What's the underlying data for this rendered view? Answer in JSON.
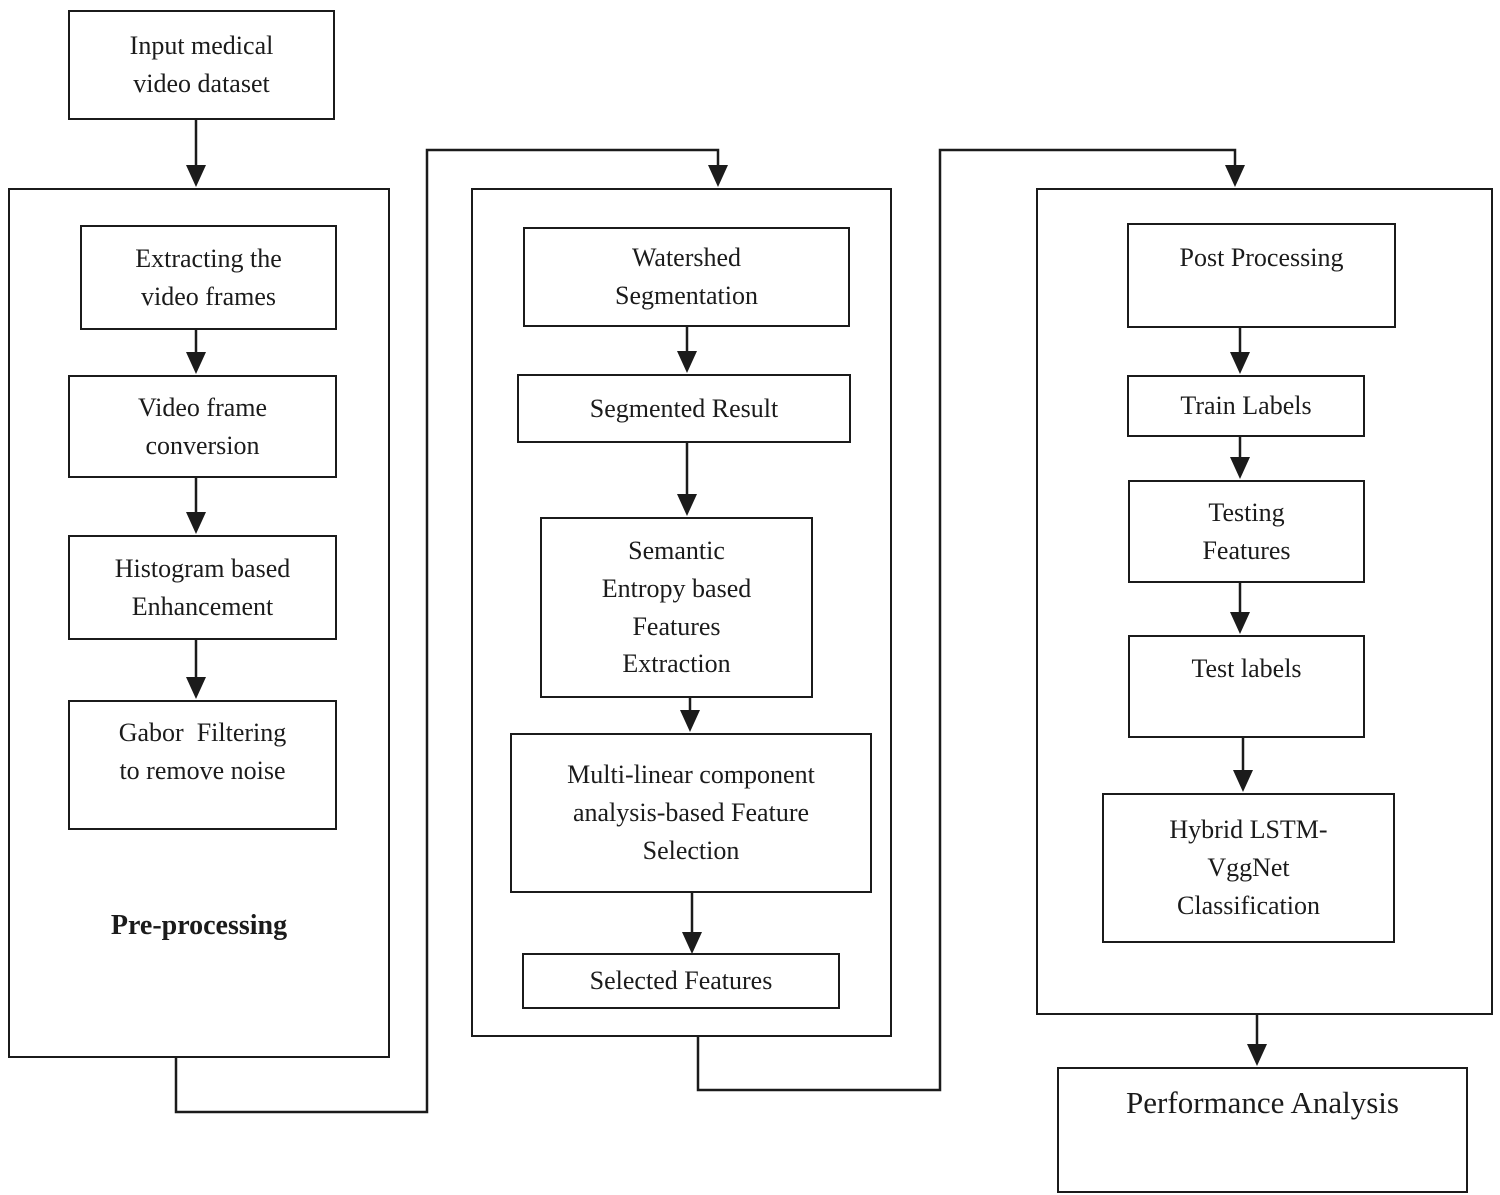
{
  "nodes": {
    "input": "Input medical\nvideo dataset",
    "extract": "Extracting the\nvideo frames",
    "convert": "Video frame\nconversion",
    "histogram": "Histogram based\nEnhancement",
    "gabor": "Gabor  Filtering\nto remove noise",
    "preprocessing_label": "Pre-processing",
    "watershed": "Watershed\nSegmentation",
    "segmented": "Segmented Result",
    "semantic": "Semantic\nEntropy based\nFeatures\nExtraction",
    "multilinear": "Multi-linear component\nanalysis-based Feature\nSelection",
    "selected": "Selected Features",
    "post": "Post Processing",
    "train": "Train Labels",
    "testing": "Testing\nFeatures",
    "testlabels": "Test labels",
    "hybrid": "Hybrid LSTM-\nVggNet\nClassification",
    "performance": "Performance Analysis"
  },
  "colors": {
    "line": "#1b1b1b",
    "background": "#ffffff"
  }
}
